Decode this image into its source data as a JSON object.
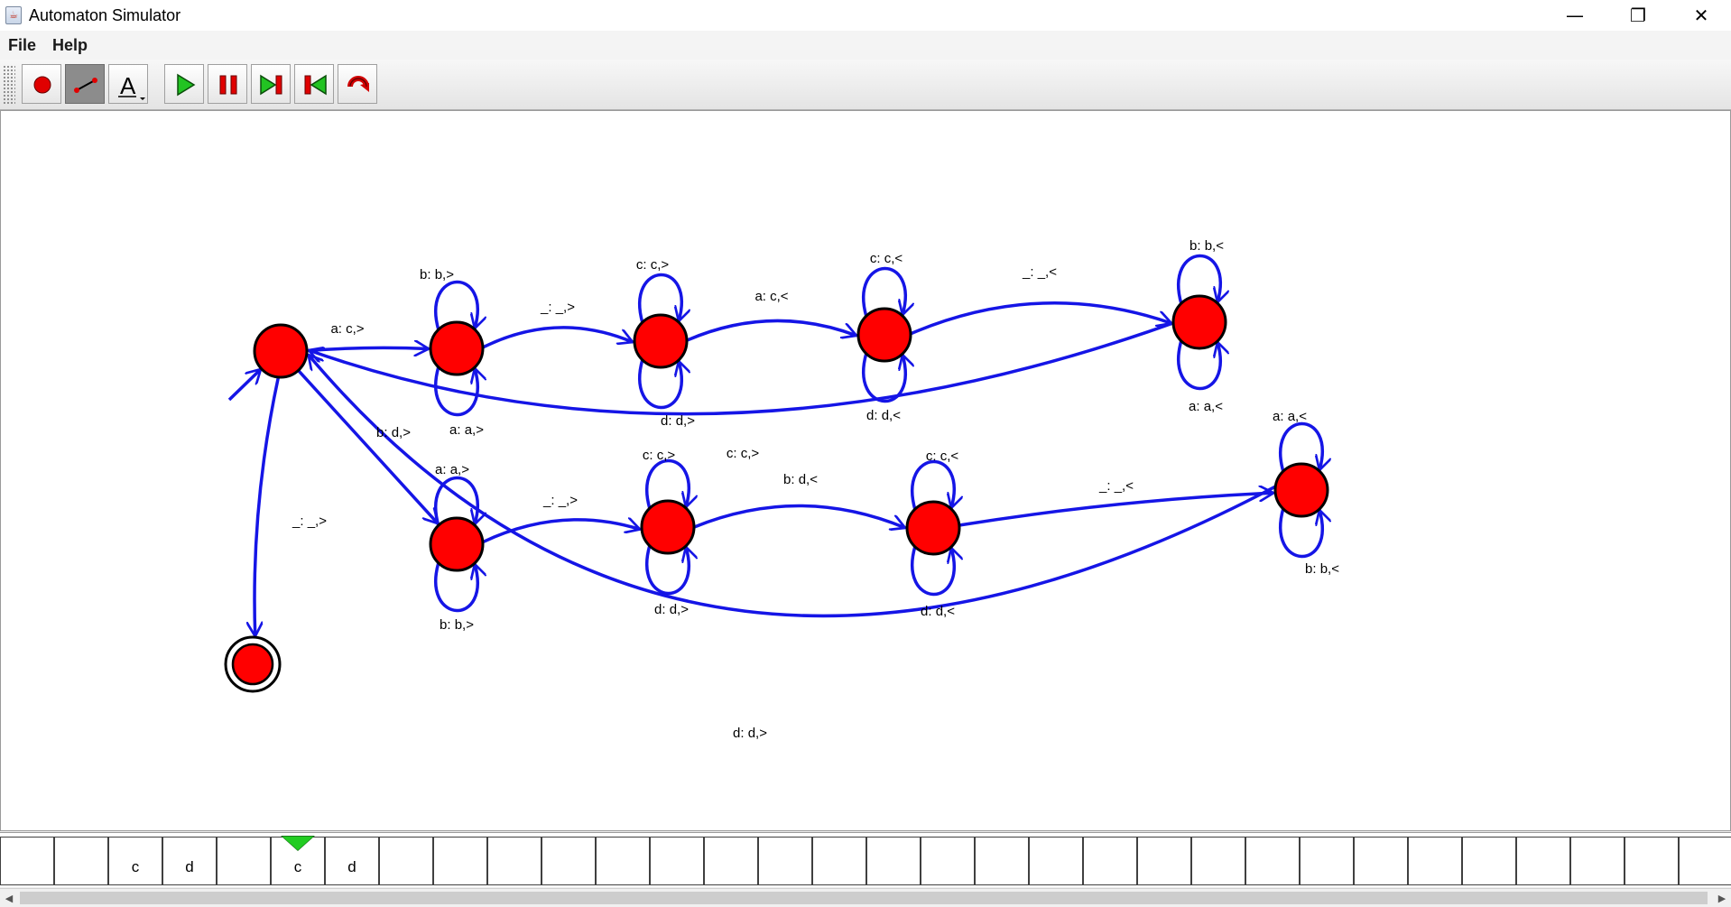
{
  "window": {
    "title": "Automaton Simulator",
    "controls": {
      "minimize": "—",
      "maximize": "❐",
      "close": "✕"
    }
  },
  "menu": {
    "file": "File",
    "help": "Help"
  },
  "toolbar": {
    "tools": [
      {
        "name": "add-state-tool",
        "icon": "red-circle-icon"
      },
      {
        "name": "add-transition-tool",
        "icon": "transition-line-icon",
        "active": true
      },
      {
        "name": "text-tool",
        "icon": "text-A-icon",
        "label": "A"
      }
    ],
    "controls": [
      {
        "name": "run-button",
        "icon": "play-icon"
      },
      {
        "name": "pause-button",
        "icon": "pause-icon"
      },
      {
        "name": "step-button",
        "icon": "step-forward-icon"
      },
      {
        "name": "rewind-button",
        "icon": "rewind-icon"
      },
      {
        "name": "reset-button",
        "icon": "reset-icon"
      }
    ]
  },
  "colors": {
    "state_fill": "#ff0000",
    "state_stroke": "#000000",
    "edge": "#1515e6",
    "tape_head": "#22cc22"
  },
  "automaton": {
    "states": [
      {
        "id": "S0",
        "initial": true,
        "accepting": false
      },
      {
        "id": "S1"
      },
      {
        "id": "S2"
      },
      {
        "id": "S3"
      },
      {
        "id": "S4"
      },
      {
        "id": "S5"
      },
      {
        "id": "S6"
      },
      {
        "id": "S7"
      },
      {
        "id": "S8"
      },
      {
        "id": "SF",
        "accepting": true
      }
    ],
    "transitions": [
      {
        "from": "S0",
        "to": "S1",
        "label": "a: c,>"
      },
      {
        "from": "S1",
        "to": "S1",
        "label": "b: b,>"
      },
      {
        "from": "S1",
        "to": "S1",
        "label": "a: a,>"
      },
      {
        "from": "S1",
        "to": "S2",
        "label": "_: _,>"
      },
      {
        "from": "S2",
        "to": "S2",
        "label": "c: c,>"
      },
      {
        "from": "S2",
        "to": "S2",
        "label": "d: d,>"
      },
      {
        "from": "S2",
        "to": "S3",
        "label": "a: c,<"
      },
      {
        "from": "S3",
        "to": "S3",
        "label": "c: c,<"
      },
      {
        "from": "S3",
        "to": "S3",
        "label": "d: d,<"
      },
      {
        "from": "S3",
        "to": "S4",
        "label": "_: _,<"
      },
      {
        "from": "S4",
        "to": "S4",
        "label": "b: b,<"
      },
      {
        "from": "S4",
        "to": "S4",
        "label": "a: a,<"
      },
      {
        "from": "S4",
        "to": "S0",
        "label": "c: c,>"
      },
      {
        "from": "S0",
        "to": "S5",
        "label": "b: d,>"
      },
      {
        "from": "S5",
        "to": "S5",
        "label": "a: a,>"
      },
      {
        "from": "S5",
        "to": "S5",
        "label": "b: b,>"
      },
      {
        "from": "S5",
        "to": "S6",
        "label": "_: _,>"
      },
      {
        "from": "S6",
        "to": "S6",
        "label": "c: c,>"
      },
      {
        "from": "S6",
        "to": "S6",
        "label": "d: d,>"
      },
      {
        "from": "S6",
        "to": "S7",
        "label": "b: d,<"
      },
      {
        "from": "S7",
        "to": "S7",
        "label": "c: c,<"
      },
      {
        "from": "S7",
        "to": "S7",
        "label": "d: d,<"
      },
      {
        "from": "S7",
        "to": "S8",
        "label": "_: _,<"
      },
      {
        "from": "S8",
        "to": "S8",
        "label": "a: a,<"
      },
      {
        "from": "S8",
        "to": "S8",
        "label": "b: b,<"
      },
      {
        "from": "S8",
        "to": "S0",
        "label": "d: d,>"
      },
      {
        "from": "S0",
        "to": "SF",
        "label": "_: _,>"
      }
    ]
  },
  "tape": {
    "cells": [
      "",
      "",
      "c",
      "d",
      "",
      "c",
      "d",
      "",
      "",
      "",
      "",
      "",
      "",
      "",
      "",
      "",
      "",
      "",
      "",
      "",
      "",
      "",
      "",
      "",
      "",
      "",
      "",
      "",
      "",
      "",
      "",
      ""
    ],
    "head_index": 5
  }
}
